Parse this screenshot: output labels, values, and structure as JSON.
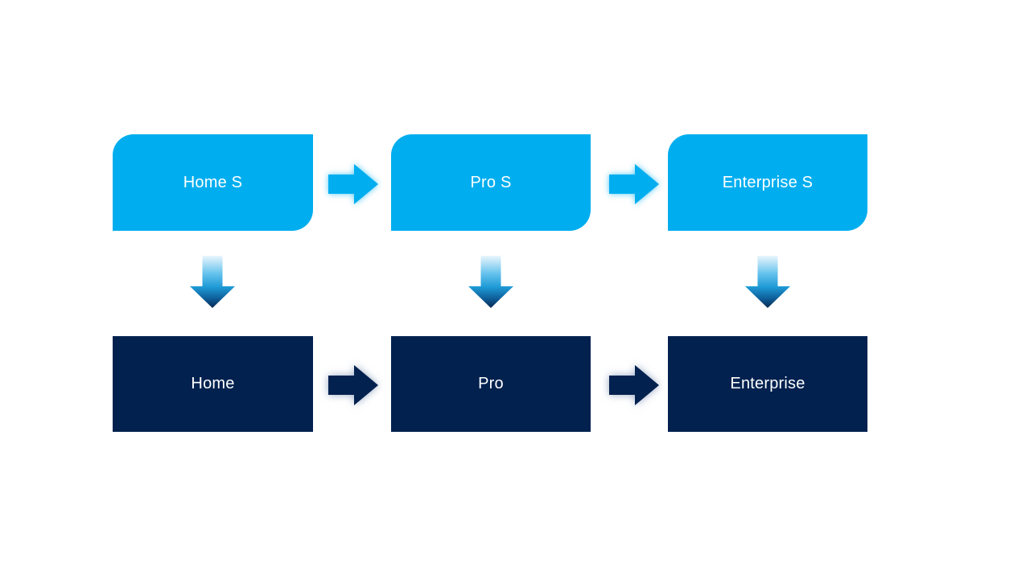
{
  "slide": {
    "background": "#ffffff",
    "type": "upgrade-flow-diagram"
  },
  "colors": {
    "light_blue": "#00AEEF",
    "dark_navy": "#02214F",
    "label_text": "#ffffff",
    "light_arrow_glow": "rgba(0,174,239,0.65)",
    "dark_arrow_glow": "rgba(70,100,150,0.55)",
    "vertical_arrow_gradient": [
      "#EAF6FD",
      "#63C1EC",
      "#1E9AD6",
      "#0E5E99",
      "#082850"
    ]
  },
  "diagram": {
    "columns": [
      {
        "top": "Home S",
        "bottom": "Home"
      },
      {
        "top": "Pro S",
        "bottom": "Pro"
      },
      {
        "top": "Enterprise S",
        "bottom": "Enterprise"
      }
    ],
    "connectors": {
      "top_row": [
        "Home S to Pro S",
        "Pro S to Enterprise S"
      ],
      "bottom_row": [
        "Home to Pro",
        "Pro to Enterprise"
      ],
      "vertical": [
        "Home S to Home",
        "Pro S to Pro",
        "Enterprise S to Enterprise"
      ]
    }
  }
}
